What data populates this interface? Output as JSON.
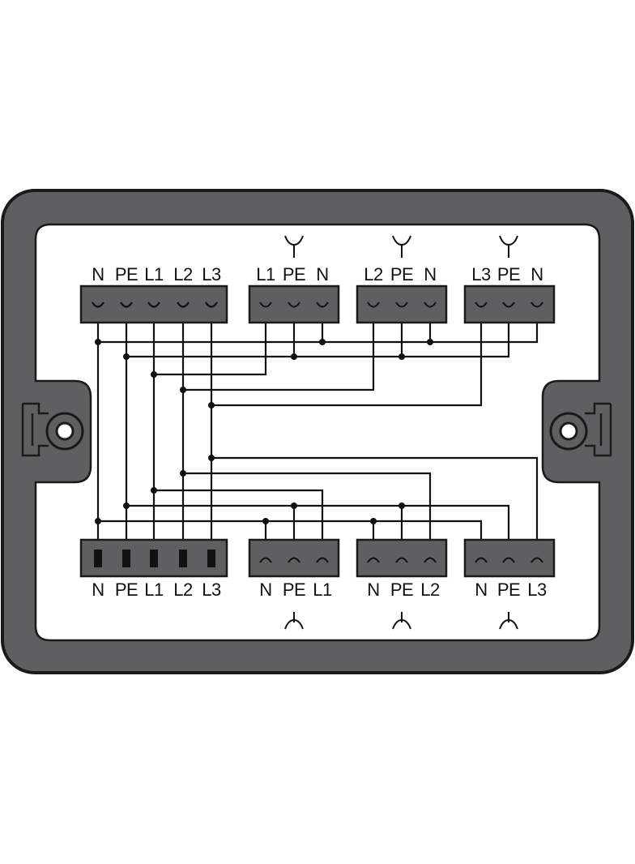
{
  "colors": {
    "housing": "#5f5f61",
    "housing_outline": "#1a1a1a",
    "terminal": "#5f5f61",
    "wire": "#111111",
    "background": "#ffffff"
  },
  "top_blocks": [
    {
      "id": "main-in",
      "labels": [
        "N",
        "PE",
        "L1",
        "L2",
        "L3"
      ],
      "plug_icon": ""
    },
    {
      "id": "out1",
      "labels": [
        "L1",
        "PE",
        "N"
      ],
      "plug_icon": "socket-icon"
    },
    {
      "id": "out2",
      "labels": [
        "L2",
        "PE",
        "N"
      ],
      "plug_icon": "socket-icon"
    },
    {
      "id": "out3",
      "labels": [
        "L3",
        "PE",
        "N"
      ],
      "plug_icon": "socket-icon"
    }
  ],
  "bottom_blocks": [
    {
      "id": "main-out",
      "labels": [
        "N",
        "PE",
        "L1",
        "L2",
        "L3"
      ],
      "plug_icon": ""
    },
    {
      "id": "out4",
      "labels": [
        "N",
        "PE",
        "L1"
      ],
      "plug_icon": "plug-icon"
    },
    {
      "id": "out5",
      "labels": [
        "N",
        "PE",
        "L2"
      ],
      "plug_icon": "plug-icon"
    },
    {
      "id": "out6",
      "labels": [
        "N",
        "PE",
        "L3"
      ],
      "plug_icon": "plug-icon"
    }
  ]
}
